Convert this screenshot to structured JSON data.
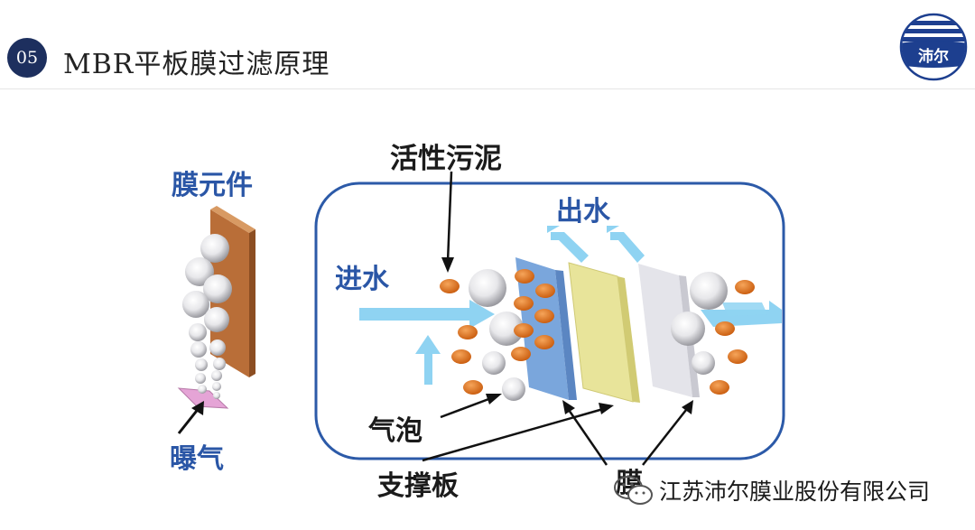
{
  "header": {
    "number": "05",
    "title": "MBR平板膜过滤原理",
    "logo_text": "沛尔"
  },
  "diagram": {
    "membrane_element": "膜元件",
    "aeration": "曝气",
    "activated_sludge": "活性污泥",
    "water_out": "出水",
    "water_in": "进水",
    "bubbles": "气泡",
    "support_plate": "支撑板",
    "membrane": "膜"
  },
  "watermark": {
    "company": "江苏沛尔膜业股份有限公司"
  },
  "colors": {
    "brand_navy": "#1d2f5e",
    "label_blue": "#2a56a6",
    "flow_arrow": "#8fd3f2",
    "sludge": "#e0701a",
    "element_brown": "#b8703a",
    "support_plate": "#e8e49a",
    "membrane_blue": "#7aa6dc",
    "membrane_grey": "#e4e4ea"
  }
}
